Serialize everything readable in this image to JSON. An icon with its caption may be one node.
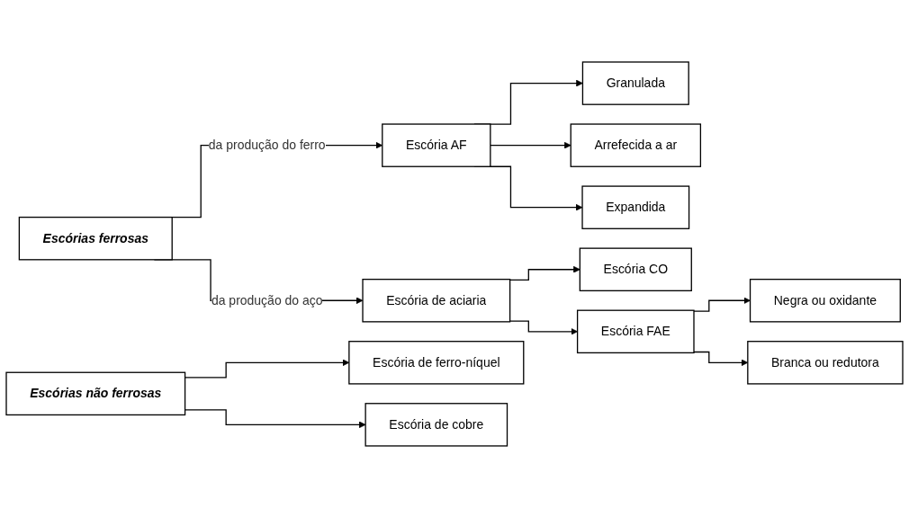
{
  "diagram": {
    "nodes": [
      {
        "text": [
          "Escórias ferrosas"
        ]
      },
      {
        "text": [
          "Escória AF"
        ]
      },
      {
        "text": [
          "Granulada"
        ]
      },
      {
        "text": [
          "Arrefecida a ar"
        ]
      },
      {
        "text": [
          "Expandida"
        ]
      },
      {
        "text": [
          "Escória de aciaria"
        ]
      },
      {
        "text": [
          "Escória CO"
        ]
      },
      {
        "text": [
          "Escória FAE"
        ]
      },
      {
        "text": [
          "Negra ou oxidante"
        ]
      },
      {
        "text": [
          "Branca ou redutora"
        ]
      },
      {
        "text": [
          "Escórias não ferrosas"
        ]
      },
      {
        "text": [
          "Escória de ferro-níquel"
        ]
      },
      {
        "text": [
          "Escória de cobre"
        ]
      }
    ],
    "edges": [
      {
        "from": 0,
        "to": 1,
        "arrow": "to",
        "label": "da produção do ferro"
      },
      {
        "from": 1,
        "to": 2,
        "arrow": "to"
      },
      {
        "from": 1,
        "to": 3,
        "arrow": "to"
      },
      {
        "from": 1,
        "to": 4,
        "arrow": "to"
      },
      {
        "from": 0,
        "to": 5,
        "arrow": "to",
        "label": "da produção do aço"
      },
      {
        "from": 5,
        "to": 6,
        "arrow": "to"
      },
      {
        "from": 5,
        "to": 7,
        "arrow": "to"
      },
      {
        "from": 7,
        "to": 8,
        "arrow": "to"
      },
      {
        "from": 7,
        "to": 9,
        "arrow": "to"
      },
      {
        "from": 10,
        "to": 11,
        "arrow": "to"
      },
      {
        "from": 10,
        "to": 12,
        "arrow": "to"
      }
    ]
  }
}
